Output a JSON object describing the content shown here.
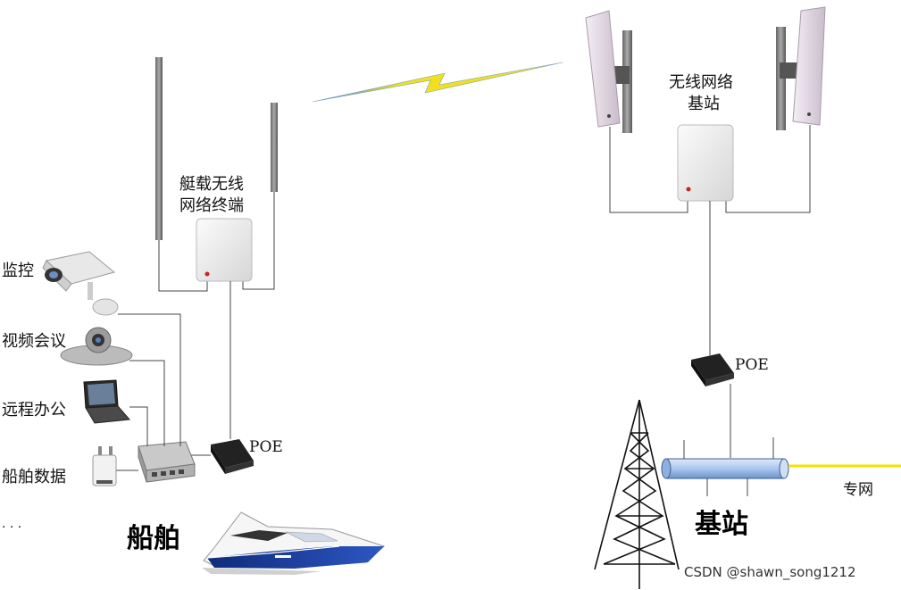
{
  "labels": {
    "boat_terminal": [
      "艇载无线",
      "网络终端"
    ],
    "base_station_radio": [
      "无线网络",
      "基站"
    ],
    "poe_boat": "POE",
    "poe_base": "POE",
    "monitoring": "监控",
    "video_conference": "视频会议",
    "remote_office": "远程办公",
    "ship_data": "船舶数据",
    "more": "· · ·",
    "ship": "船舶",
    "base_station": "基站",
    "private_network": "专网",
    "watermark": "CSDN @shawn_song1212"
  },
  "colors": {
    "wireless_link": "#f0e020",
    "link_fade": "#4a7fd0",
    "fiber": "#f5e000",
    "pipe": "#a9c7ef",
    "boat_hull": "#1e3fa0"
  }
}
